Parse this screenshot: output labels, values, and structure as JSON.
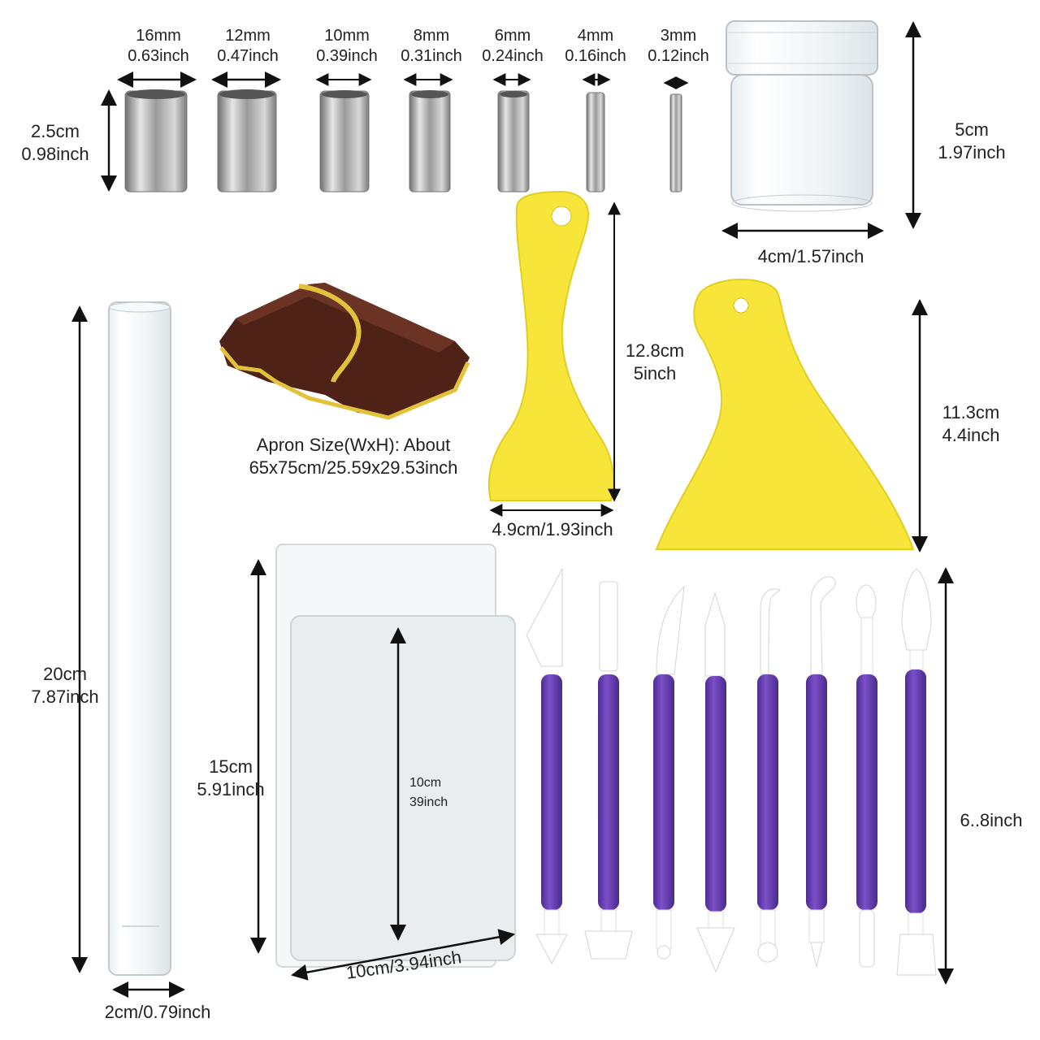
{
  "cutters": {
    "height": {
      "cm": "2.5cm",
      "inch": "0.98inch"
    },
    "items": [
      {
        "mm": "16mm",
        "inch": "0.63inch"
      },
      {
        "mm": "12mm",
        "inch": "0.47inch"
      },
      {
        "mm": "10mm",
        "inch": "0.39inch"
      },
      {
        "mm": "8mm",
        "inch": "0.31inch"
      },
      {
        "mm": "6mm",
        "inch": "0.24inch"
      },
      {
        "mm": "4mm",
        "inch": "0.16inch"
      },
      {
        "mm": "3mm",
        "inch": "0.12inch"
      }
    ]
  },
  "jar": {
    "height_cm": "5cm",
    "height_inch": "1.97inch",
    "width": "4cm/1.57inch"
  },
  "apron": {
    "line1": "Apron Size(WxH): About",
    "line2": "65x75cm/25.59x29.53inch"
  },
  "handle_scraper": {
    "height_cm": "12.8cm",
    "height_inch": "5inch",
    "width": "4.9cm/1.93inch"
  },
  "triangle_scraper": {
    "height_cm": "11.3cm",
    "height_inch": "4.4inch"
  },
  "rolling_pin": {
    "height_cm": "20cm",
    "height_inch": "7.87inch",
    "width": "2cm/0.79inch"
  },
  "sheets": {
    "height_cm": "15cm",
    "height_inch": "5.91inch",
    "inner_cm": "10cm",
    "inner_inch": "39inch",
    "width": "10cm/3.94inch"
  },
  "tools": {
    "height": "6..8inch"
  },
  "colors": {
    "steel": "#9a9a9a",
    "yellow": "#f7e53a",
    "purple": "#6a3fb5",
    "apron": "#5a2a1e",
    "trim": "#e2c23a"
  }
}
